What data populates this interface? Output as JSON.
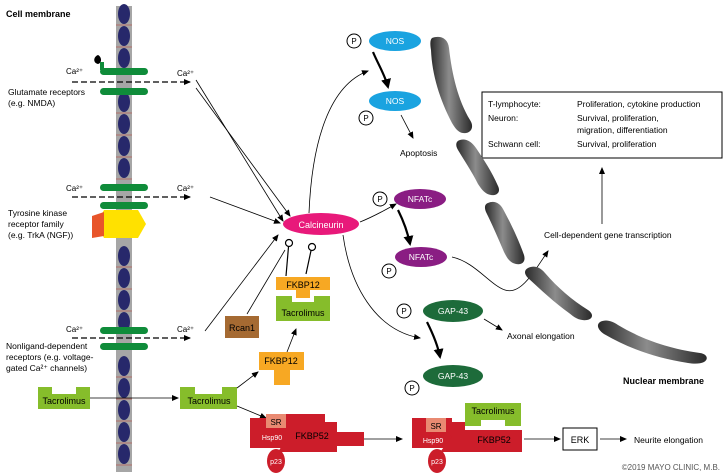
{
  "labels": {
    "cell_membrane": "Cell membrane",
    "nuclear_membrane": "Nuclear membrane",
    "glutamate_receptors_1": "Glutamate receptors",
    "glutamate_receptors_2": "(e.g. NMDA)",
    "tyrosine_kinase_1": "Tyrosine kinase",
    "tyrosine_kinase_2": "receptor family",
    "tyrosine_kinase_3": "(e.g. TrkA (NGF))",
    "nonligand_1": "Nonligand-dependent",
    "nonligand_2": "receptors (e.g. voltage-",
    "nonligand_3": "gated Ca²⁺ channels)",
    "ca": "Ca²⁺",
    "calcineurin": "Calcineurin",
    "nos": "NOS",
    "nfatc": "NFATc",
    "gap43": "GAP-43",
    "p": "P",
    "apoptosis": "Apoptosis",
    "axonal_elongation": "Axonal elongation",
    "gene_transcription": "Cell-dependent gene transcription",
    "fkbp12": "FKBP12",
    "fkbp52": "FKBP52",
    "tacrolimus": "Tacrolimus",
    "rcan1": "Rcan1",
    "sr": "SR",
    "hsp90": "Hsp90",
    "p23": "p23",
    "erk": "ERK",
    "neurite_elongation": "Neurite elongation",
    "copyright": "©2019 MAYO CLINIC, M.B."
  },
  "effects_table": [
    {
      "cell": "T-lymphocyte:",
      "lines": [
        "Proliferation, cytokine production"
      ]
    },
    {
      "cell": "Neuron:",
      "lines": [
        "Survival, proliferation,",
        "migration, differentiation"
      ]
    },
    {
      "cell": "Schwann cell:",
      "lines": [
        "Survival, proliferation"
      ]
    }
  ],
  "colors": {
    "membrane": "#a6a6a6",
    "lipid_head": "#27286b",
    "receptor_green": "#0f8c3a",
    "calcineurin": "#e8197a",
    "nos": "#1aa3e0",
    "nfatc": "#8a1d83",
    "gap43": "#1d6b3a",
    "fkbp12": "#f7a823",
    "tacrolimus": "#86bd2b",
    "rcan1": "#a56a32",
    "fkbp52": "#cc1d2a",
    "sr": "#e98a72",
    "tk_orange": "#e8552a",
    "tk_yellow": "#ffe100",
    "nuclear": "#555555"
  },
  "icons": [
    "molecule-droplet-icon",
    "inhibition-arc-icon"
  ]
}
